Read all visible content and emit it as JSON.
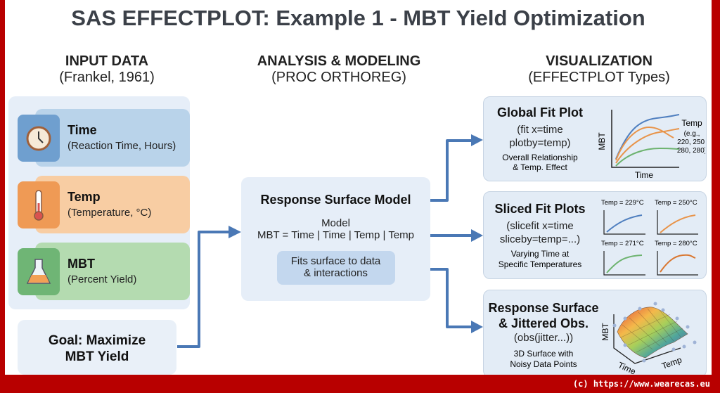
{
  "title": "SAS EFFECTPLOT: Example 1 - MBT Yield Optimization",
  "columns": [
    {
      "heading": "INPUT DATA",
      "sub": "(Frankel, 1961)"
    },
    {
      "heading": "ANALYSIS & MODELING",
      "sub": "(PROC ORTHOREG)"
    },
    {
      "heading": "VISUALIZATION",
      "sub": "(EFFECTPLOT Types)"
    }
  ],
  "inputs": [
    {
      "name": "Time",
      "desc": "(Reaction Time, Hours)",
      "icon": "clock-icon",
      "color": "#b9d3ea",
      "icon_bg": "#6f9fcf"
    },
    {
      "name": "Temp",
      "desc": "(Temperature, °C)",
      "icon": "thermometer-icon",
      "color": "#f8cda3",
      "icon_bg": "#ef9a55"
    },
    {
      "name": "MBT",
      "desc": "(Percent Yield)",
      "icon": "flask-icon",
      "color": "#b4dbb0",
      "icon_bg": "#6fb575"
    }
  ],
  "goal": {
    "line1": "Goal: Maximize",
    "line2": "MBT Yield"
  },
  "model": {
    "title": "Response Surface Model",
    "label": "Model",
    "formula": "MBT = Time | Time | Temp | Temp",
    "note_line1": "Fits surface to data",
    "note_line2": "& interactions"
  },
  "viz": [
    {
      "title": "Global Fit Plot",
      "code1": "(fit x=time",
      "code2": "plotby=temp)",
      "desc1": "Overall Relationship",
      "desc2": "& Temp. Effect",
      "plot": {
        "ylabel": "MBT",
        "xlabel": "Time",
        "legend_title": "Temp",
        "legend_l1": "(e.g.,",
        "legend_l2": "220, 250,",
        "legend_l3": "280, 280)"
      }
    },
    {
      "title": "Sliced Fit Plots",
      "code1": "(slicefit x=time",
      "code2": "sliceby=temp=...)",
      "desc1": "Varying Time at",
      "desc2": "Specific Temperatures",
      "panels": [
        "Temp = 229°C",
        "Temp = 250°C",
        "Temp = 271°C",
        "Temp = 280°C"
      ]
    },
    {
      "title": "Response Surface",
      "title2": "& Jittered Obs.",
      "code1": "(obs(jitter...))",
      "desc1": "3D Surface with",
      "desc2": "Noisy Data Points",
      "plot": {
        "zlabel": "MBT",
        "xlabel": "Time",
        "ylabel": "Temp"
      }
    }
  ],
  "colors": {
    "frame": "#b80000",
    "arrow": "#4a78b5",
    "blue": "#4f7fbf",
    "orange": "#e8944a",
    "green": "#6db36f",
    "dark_orange": "#d9762f"
  },
  "footer": "(c) https://www.wearecas.eu"
}
